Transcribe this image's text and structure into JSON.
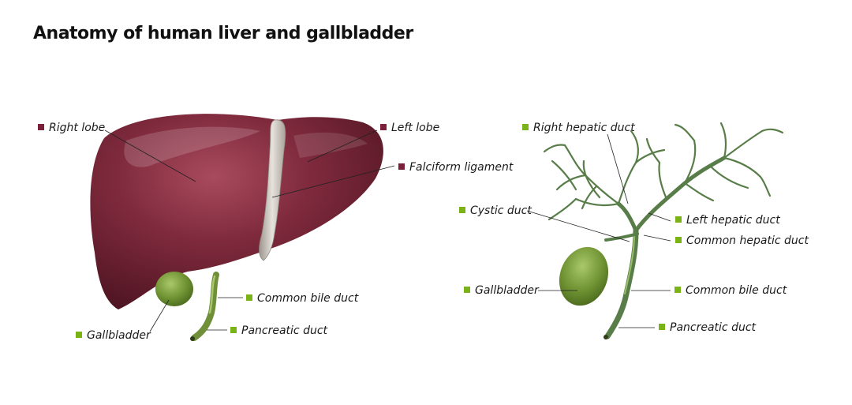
{
  "title": "Anatomy of human liver and gallbladder",
  "colors": {
    "liver_marker": "#7b1f3a",
    "biliary_marker": "#7ab317",
    "liver": "#7a2436",
    "ligament": "#c8c3bd",
    "green_tissue": "#7b9e3c",
    "duct_tree": "#587d48"
  },
  "left_labels": {
    "right_lobe": "Right  lobe",
    "left_lobe": "Left  lobe",
    "falciform": "Falciform ligament",
    "common_bile": "Common bile duct",
    "gallbladder": "Gallbladder",
    "pancreatic": "Pancreatic duct"
  },
  "right_labels": {
    "right_hepatic": "Right  hepatic duct",
    "cystic": "Cystic duct",
    "left_hepatic": "Left hepatic duct",
    "common_hepatic": "Common hepatic duct",
    "gallbladder": "Gallbladder",
    "common_bile": "Common bile duct",
    "pancreatic": "Pancreatic duct"
  }
}
